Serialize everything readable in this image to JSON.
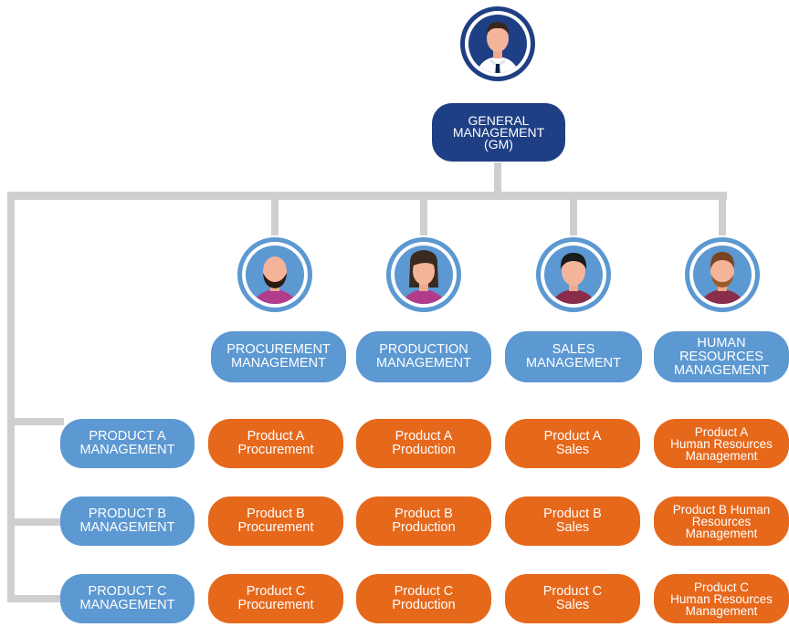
{
  "colors": {
    "gm": "#1f3f84",
    "manager": "#5c98d1",
    "task": "#e6681b",
    "connector": "#cfcfcf"
  },
  "top": {
    "avatar_icon": "male-executive-avatar-icon",
    "lines": [
      "GENERAL",
      "MANAGEMENT",
      "(GM)"
    ]
  },
  "departments": [
    {
      "lines": [
        "PROCUREMENT",
        "MANAGEMENT"
      ],
      "avatar_icon": "bald-bearded-man-avatar-icon"
    },
    {
      "lines": [
        "PRODUCTION",
        "MANAGEMENT"
      ],
      "avatar_icon": "woman-avatar-icon"
    },
    {
      "lines": [
        "SALES",
        "MANAGEMENT"
      ],
      "avatar_icon": "man-avatar-icon"
    },
    {
      "lines": [
        "HUMAN",
        "RESOURCES",
        "MANAGEMENT"
      ],
      "avatar_icon": "bearded-man-avatar-icon"
    }
  ],
  "products": [
    {
      "manager": [
        "PRODUCT A",
        "MANAGEMENT"
      ],
      "cells": [
        [
          "Product A",
          "Procurement"
        ],
        [
          "Product A",
          "Production"
        ],
        [
          "Product A",
          "Sales"
        ],
        [
          "Product A",
          "Human Resources",
          "Management"
        ]
      ]
    },
    {
      "manager": [
        "PRODUCT B",
        "MANAGEMENT"
      ],
      "cells": [
        [
          "Product B",
          "Procurement"
        ],
        [
          "Product B",
          "Production"
        ],
        [
          "Product B",
          "Sales"
        ],
        [
          "Product B Human",
          "Resources",
          "Management"
        ]
      ]
    },
    {
      "manager": [
        "PRODUCT C",
        "MANAGEMENT"
      ],
      "cells": [
        [
          "Product C",
          "Procurement"
        ],
        [
          "Product C",
          "Production"
        ],
        [
          "Product C",
          "Sales"
        ],
        [
          "Product C",
          "Human Resources",
          "Management"
        ]
      ]
    }
  ]
}
